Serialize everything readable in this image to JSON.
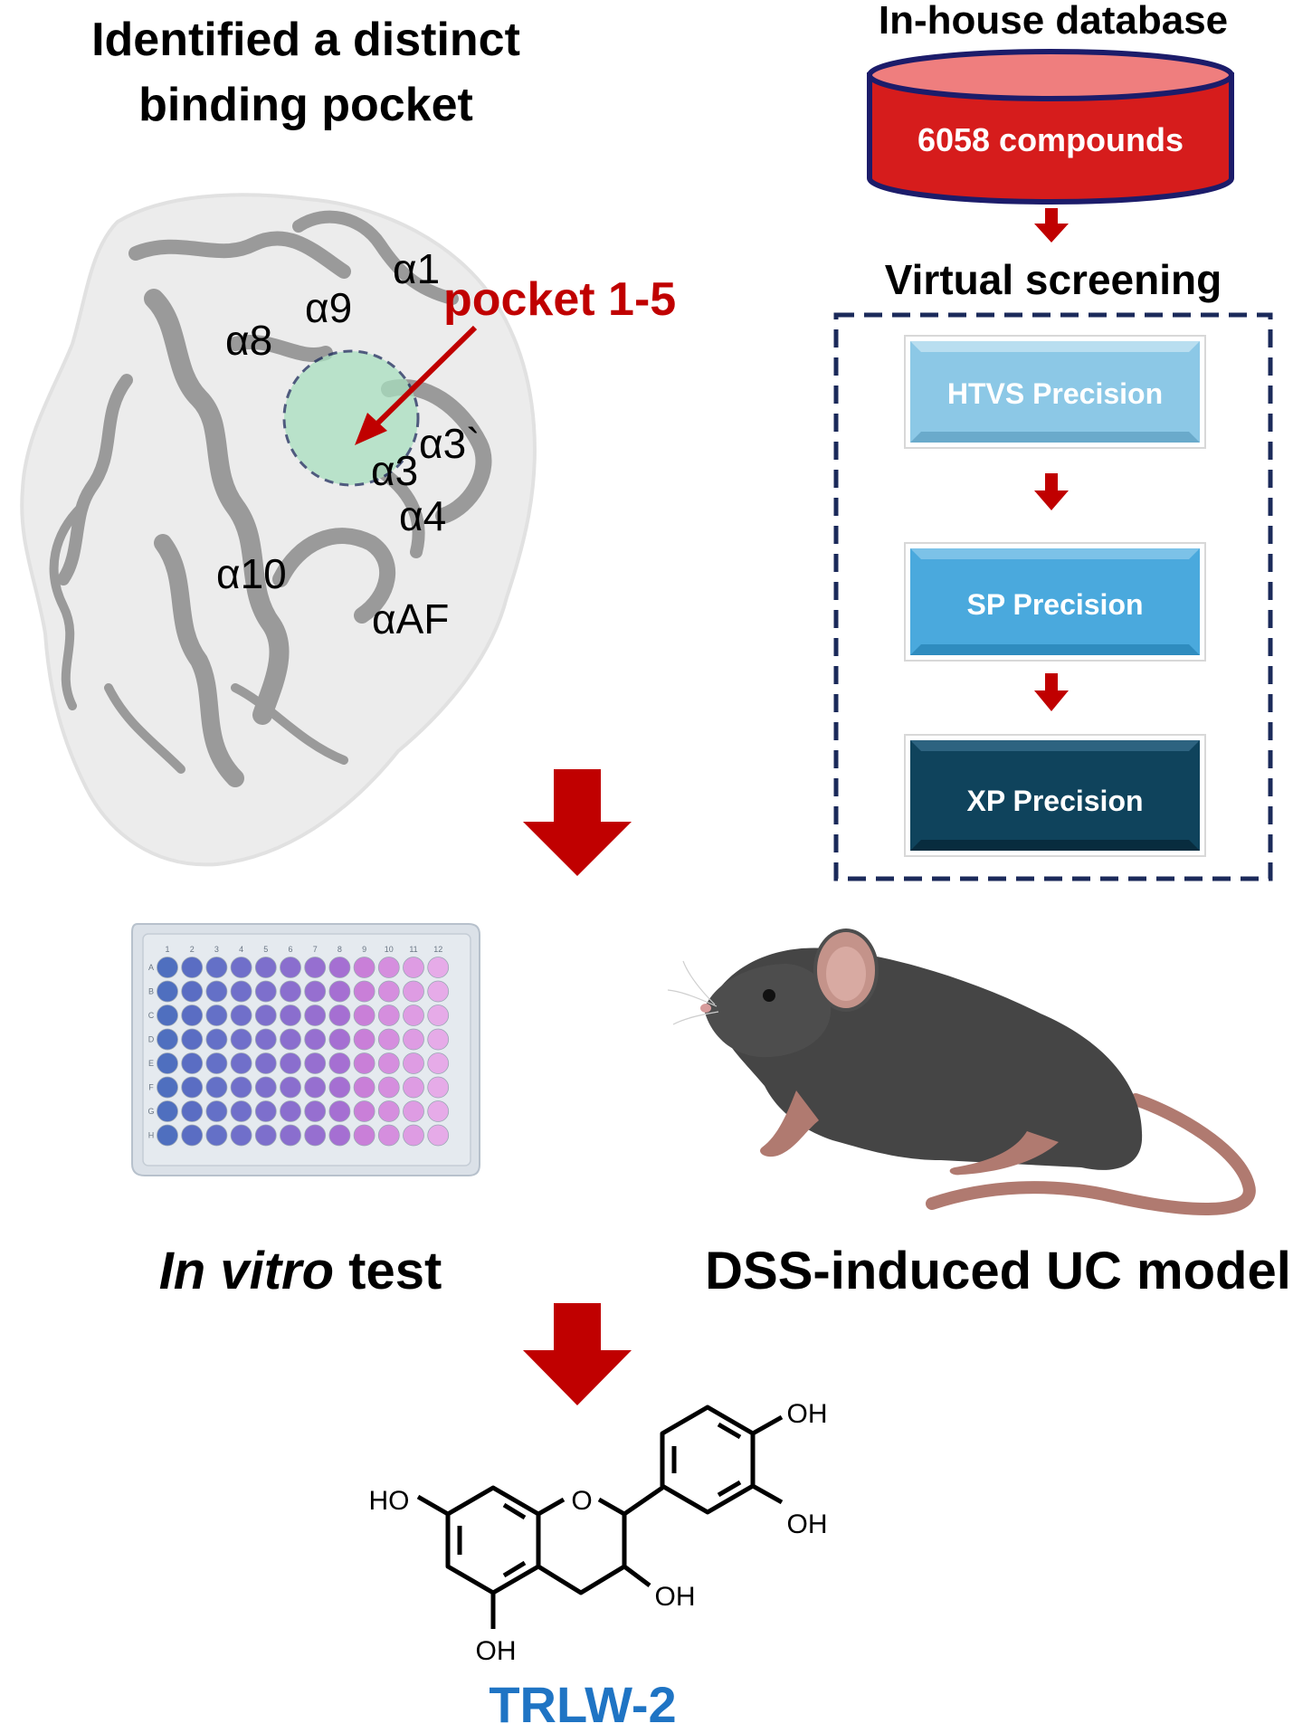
{
  "left_panel": {
    "title_line1": "Identified a distinct",
    "title_line2": "binding pocket",
    "pocket_label": "pocket 1-5",
    "helix_labels": {
      "a1": "α1",
      "a9": "α9",
      "a8": "α8",
      "a3": "α3",
      "a3p": "α3`",
      "a4": "α4",
      "a10": "α10",
      "aAF": "αAF"
    }
  },
  "right_panel": {
    "db_title": "In-house database",
    "db_count": "6058 compounds",
    "screening_title": "Virtual screening",
    "steps": [
      "HTVS Precision",
      "SP Precision",
      "XP Precision"
    ]
  },
  "plate": {
    "columns": [
      "1",
      "2",
      "3",
      "4",
      "5",
      "6",
      "7",
      "8",
      "9",
      "10",
      "11",
      "12"
    ],
    "rows": [
      "A",
      "B",
      "C",
      "D",
      "E",
      "F",
      "G",
      "H"
    ],
    "well_colors": [
      "#4f6fbf",
      "#5a6dc3",
      "#6470c7",
      "#706fca",
      "#7d6fcc",
      "#8a6ece",
      "#966fd0",
      "#a56fd2",
      "#c97fd8",
      "#d58ede",
      "#de9ce3",
      "#e6abe8"
    ]
  },
  "bottom": {
    "invitro_italic": "In vitro",
    "invitro_rest": " test",
    "dss_label": "DSS-induced UC model",
    "compound_name": "TRLW-2",
    "oh_labels": {
      "ho_left": "HO",
      "oh_top_right": "OH",
      "oh_mid_right": "OH",
      "oh_ring": "OH",
      "oh_bottom": "OH"
    },
    "ring_o": "O"
  },
  "colors": {
    "arrow_red": "#c00000",
    "pocket_red": "#c00000",
    "compound_blue": "#1f74c4",
    "db_fill": "#d61c1c",
    "db_top": "#ef7e7e",
    "db_edge": "#1c1c6a",
    "htvs": "#8cc8e6",
    "sp": "#4aa9dd",
    "xp": "#0f435c",
    "dash_box": "#1b2a5a"
  }
}
